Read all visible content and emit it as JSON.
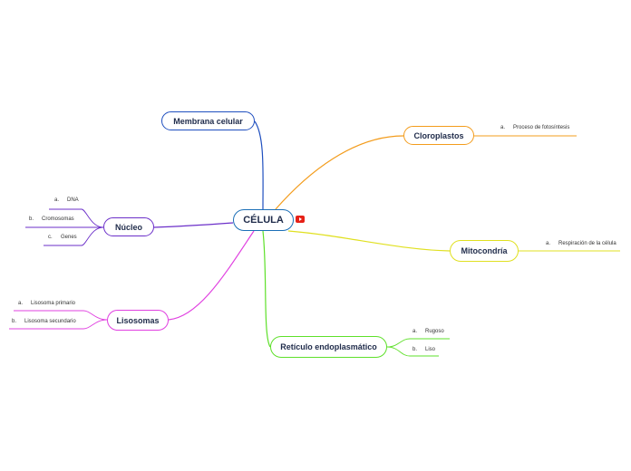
{
  "central": {
    "label": "CÉLULA",
    "color": "#1b6fb7"
  },
  "central_icon": "youtube-icon",
  "branches": [
    {
      "id": "membrana",
      "label": "Membrana celular",
      "color": "#1f4fbf",
      "leaves": []
    },
    {
      "id": "cloroplastos",
      "label": "Cloroplastos",
      "color": "#f39c1c",
      "leaves": [
        {
          "letter": "a.",
          "text": "Proceso de fotosíntesis"
        }
      ]
    },
    {
      "id": "nucleo",
      "label": "Núcleo",
      "color": "#6b2fc9",
      "leaves": [
        {
          "letter": "a.",
          "text": "DNA"
        },
        {
          "letter": "b.",
          "text": "Cromosomas"
        },
        {
          "letter": "c.",
          "text": "Genes"
        }
      ]
    },
    {
      "id": "mitocondria",
      "label": "Mitocondría",
      "color": "#e0e020",
      "leaves": [
        {
          "letter": "a.",
          "text": "Respiración de la célula"
        }
      ]
    },
    {
      "id": "lisosomas",
      "label": "Lisosomas",
      "color": "#e040e0",
      "leaves": [
        {
          "letter": "a.",
          "text": "Lisosoma primario"
        },
        {
          "letter": "b.",
          "text": "Lisosoma secundario"
        }
      ]
    },
    {
      "id": "reticulo",
      "label": "Retículo endoplasmático",
      "color": "#5ee02a",
      "leaves": [
        {
          "letter": "a.",
          "text": "Rugoso"
        },
        {
          "letter": "b.",
          "text": "Liso"
        }
      ]
    }
  ]
}
